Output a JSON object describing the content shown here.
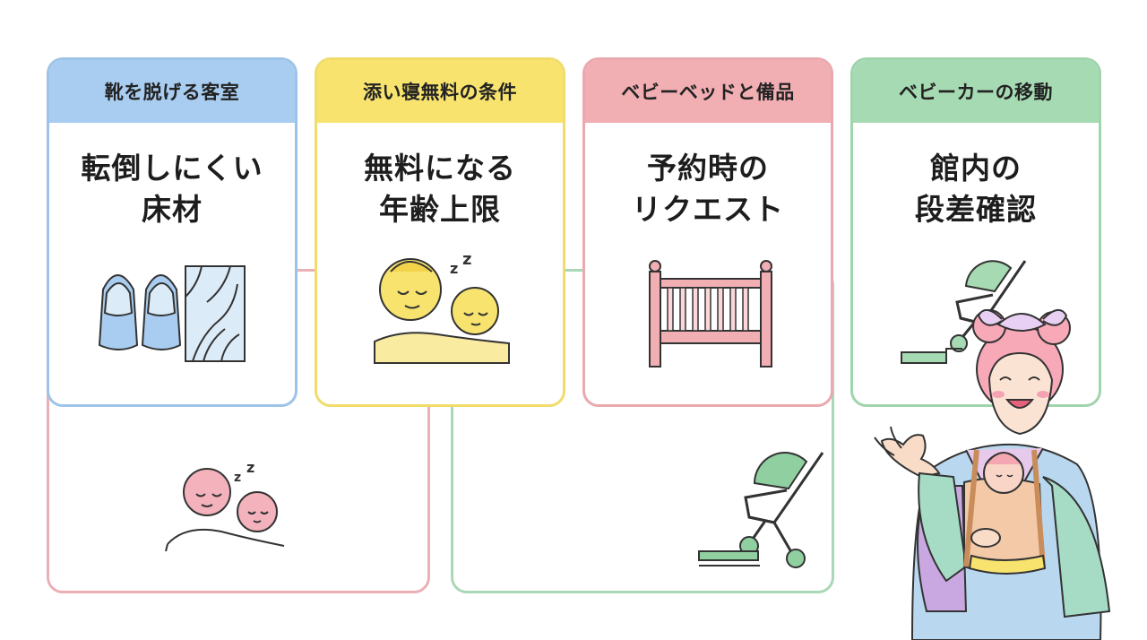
{
  "cards": [
    {
      "header": "靴を脱げる客室",
      "lines": [
        "転倒しにくい",
        "床材"
      ],
      "icon": "slippers-wood-floor-icon",
      "accent": "#a8cdf0"
    },
    {
      "header": "添い寝無料の条件",
      "lines": [
        "無料になる",
        "年齢上限"
      ],
      "icon": "sleeping-parent-child-icon",
      "accent": "#f7e36e"
    },
    {
      "header": "ベビーベッドと備品",
      "lines": [
        "予約時の",
        "リクエスト"
      ],
      "icon": "baby-crib-icon",
      "accent": "#f1aeb3"
    },
    {
      "header": "ベビーカーの移動",
      "lines": [
        "館内の",
        "段差確認"
      ],
      "icon": "stroller-step-icon",
      "accent": "#a6dab3"
    }
  ],
  "back_panels": [
    {
      "icon": "sleeping-parent-child-icon",
      "accent": "#eab0b4"
    },
    {
      "icon": "stroller-step-icon",
      "accent": "#a9d8b6"
    }
  ],
  "character": {
    "icon": "kimono-woman-with-baby-icon"
  }
}
